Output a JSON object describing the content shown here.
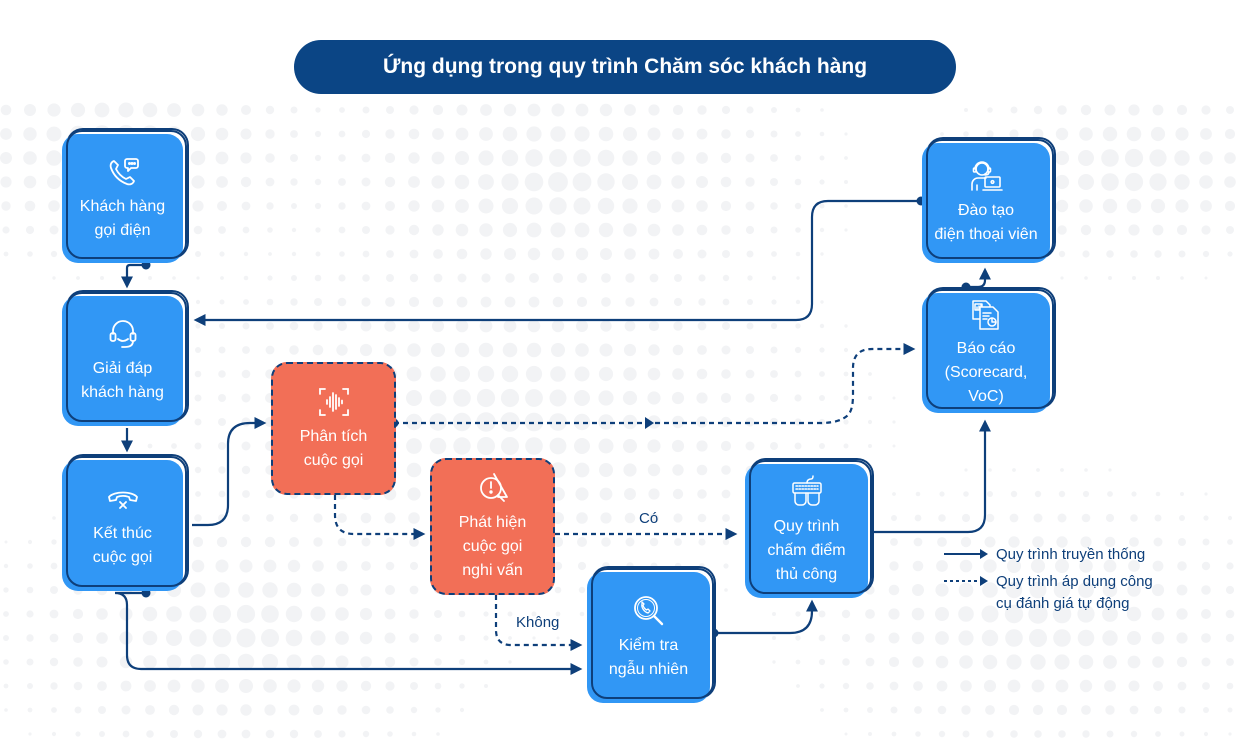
{
  "title": "Ứng dụng trong quy trình Chăm sóc khách hàng",
  "colors": {
    "navy": "#0e3f7a",
    "title_bg": "#0b4585",
    "traditional_node": "#3197f5",
    "automated_node": "#f26f57",
    "background_dots": "#f2f3f5"
  },
  "nodes": {
    "customer_call": {
      "label_1": "Khách hàng",
      "label_2": "gọi điện",
      "icon": "phone-chat-icon",
      "type": "traditional"
    },
    "answer_customer": {
      "label_1": "Giải đáp",
      "label_2": "khách hàng",
      "icon": "headset-icon",
      "type": "traditional"
    },
    "end_call": {
      "label_1": "Kết thúc",
      "label_2": "cuộc gọi",
      "icon": "hang-up-icon",
      "type": "traditional"
    },
    "analyze_call": {
      "label_1": "Phân tích",
      "label_2": "cuộc gọi",
      "icon": "voice-scan-icon",
      "type": "automated"
    },
    "detect_suspicious": {
      "label_1": "Phát hiện",
      "label_2": "cuộc gọi",
      "label_3": "nghi vấn",
      "icon": "warning-search-icon",
      "type": "automated"
    },
    "random_check": {
      "label_1": "Kiểm tra",
      "label_2": "ngẫu nhiên",
      "icon": "search-phone-icon",
      "type": "traditional"
    },
    "manual_scoring": {
      "label_1": "Quy trình",
      "label_2": "chấm điểm",
      "label_3": "thủ công",
      "icon": "keyboard-hands-icon",
      "type": "traditional"
    },
    "report": {
      "label_1": "Báo cáo",
      "label_2": "(Scorecard,",
      "label_3": "VoC)",
      "icon": "report-documents-icon",
      "type": "traditional"
    },
    "training": {
      "label_1": "Đào tạo",
      "label_2": "điện thoại viên",
      "icon": "agent-laptop-icon",
      "type": "traditional"
    }
  },
  "edge_labels": {
    "yes": "Có",
    "no": "Không"
  },
  "edges": [
    {
      "from": "customer_call",
      "to": "answer_customer",
      "style": "solid"
    },
    {
      "from": "answer_customer",
      "to": "end_call",
      "style": "solid"
    },
    {
      "from": "end_call",
      "to": "analyze_call",
      "style": "solid"
    },
    {
      "from": "end_call",
      "to": "random_check",
      "style": "solid"
    },
    {
      "from": "analyze_call",
      "to": "report",
      "style": "dashed"
    },
    {
      "from": "analyze_call",
      "to": "detect_suspicious",
      "style": "dashed"
    },
    {
      "from": "detect_suspicious",
      "to": "manual_scoring",
      "style": "dashed",
      "label": "Có"
    },
    {
      "from": "detect_suspicious",
      "to": "random_check",
      "style": "dashed",
      "label": "Không"
    },
    {
      "from": "random_check",
      "to": "manual_scoring",
      "style": "solid"
    },
    {
      "from": "manual_scoring",
      "to": "report",
      "style": "solid"
    },
    {
      "from": "report",
      "to": "training",
      "style": "solid"
    },
    {
      "from": "training",
      "to": "answer_customer",
      "style": "solid"
    }
  ],
  "legend": {
    "traditional": "Quy trình truyền thống",
    "automated_1": "Quy trình áp dụng công",
    "automated_2": "cụ đánh giá tự động"
  }
}
